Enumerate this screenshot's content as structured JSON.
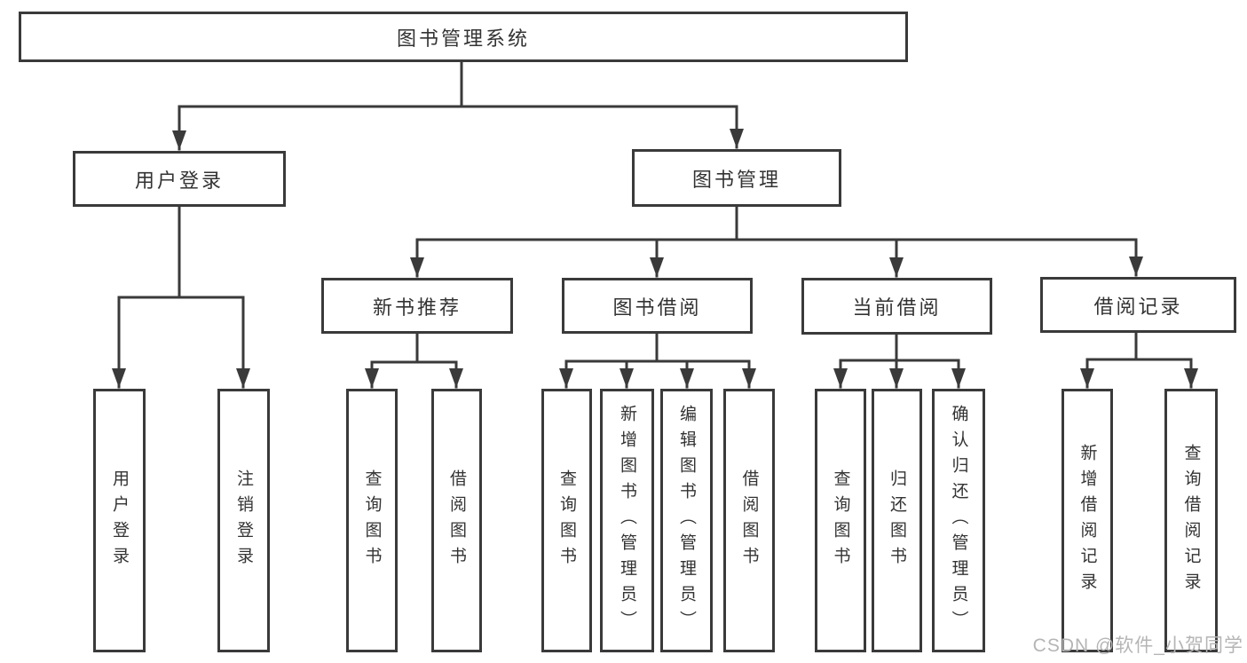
{
  "watermark": "CSDN @软件_小贺同学",
  "colors": {
    "line": "#3a3a3a",
    "text": "#333333",
    "box_bg": "#ffffff",
    "watermark": "#b5b5b5"
  },
  "tree": {
    "label": "图书管理系统",
    "children": [
      {
        "label": "用户登录",
        "children": [
          {
            "label": "用户登录"
          },
          {
            "label": "注销登录"
          }
        ]
      },
      {
        "label": "图书管理",
        "children": [
          {
            "label": "新书推荐",
            "children": [
              {
                "label": "查询图书"
              },
              {
                "label": "借阅图书"
              }
            ]
          },
          {
            "label": "图书借阅",
            "children": [
              {
                "label": "查询图书"
              },
              {
                "label": "新增图书（管理员）"
              },
              {
                "label": "编辑图书（管理员）"
              },
              {
                "label": "借阅图书"
              }
            ]
          },
          {
            "label": "当前借阅",
            "children": [
              {
                "label": "查询图书"
              },
              {
                "label": "归还图书"
              },
              {
                "label": "确认归还（管理员）"
              }
            ]
          },
          {
            "label": "借阅记录",
            "children": [
              {
                "label": "新增借阅记录"
              },
              {
                "label": "查询借阅记录"
              }
            ]
          }
        ]
      }
    ]
  }
}
